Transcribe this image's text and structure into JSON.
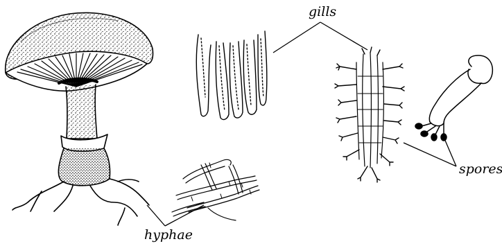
{
  "labels": {
    "gills": "gills",
    "spores": "spores",
    "hyphae": "hyphae"
  },
  "colors": {
    "ink": "#000000",
    "paper": "#ffffff"
  }
}
